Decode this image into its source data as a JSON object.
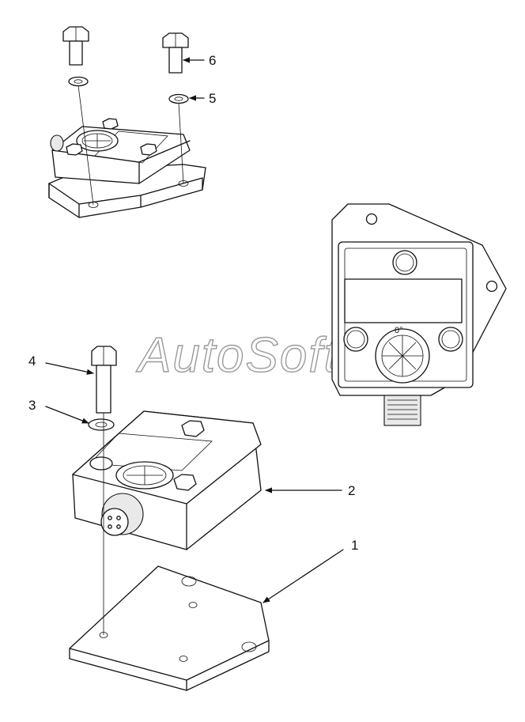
{
  "watermark": "AutoSoft",
  "callouts": [
    {
      "id": "1",
      "label": "1"
    },
    {
      "id": "2",
      "label": "2"
    },
    {
      "id": "3",
      "label": "3"
    },
    {
      "id": "4",
      "label": "4"
    },
    {
      "id": "5",
      "label": "5"
    },
    {
      "id": "6",
      "label": "6"
    }
  ],
  "dial_mark": "0°"
}
